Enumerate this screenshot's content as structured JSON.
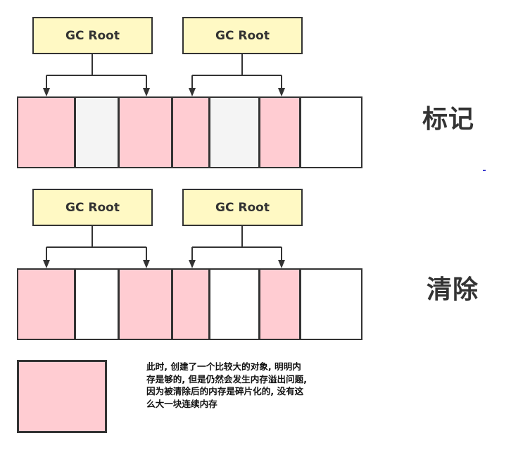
{
  "diagram": {
    "title": "Mark-Sweep GC illustration",
    "colors": {
      "gc_root_fill": "#FFF9C4",
      "live_object": "#FFCCD2",
      "garbage_object": "#F4F4F4",
      "free_space": "#FFFFFF",
      "stroke": "#333333"
    },
    "phases": [
      {
        "label": "标记",
        "gc_roots": [
          {
            "label": "GC Root",
            "targets": [
              0,
              2
            ]
          },
          {
            "label": "GC Root",
            "targets": [
              3,
              5
            ]
          }
        ],
        "cells": [
          "live",
          "garbage",
          "live",
          "live",
          "garbage",
          "live",
          "free"
        ]
      },
      {
        "label": "清除",
        "gc_roots": [
          {
            "label": "GC Root",
            "targets": [
              0,
              2
            ]
          },
          {
            "label": "GC Root",
            "targets": [
              3,
              5
            ]
          }
        ],
        "cells": [
          "live",
          "free",
          "live",
          "live",
          "free",
          "live",
          "free"
        ]
      }
    ],
    "legend": {
      "box_type": "live",
      "note": "此时, 创建了一个比较大的对象, 明明内存是够的, 但是仍然会发生内存溢出问题, 因为被清除后的内存是碎片化的, 没有这么大一块连续内存"
    }
  }
}
